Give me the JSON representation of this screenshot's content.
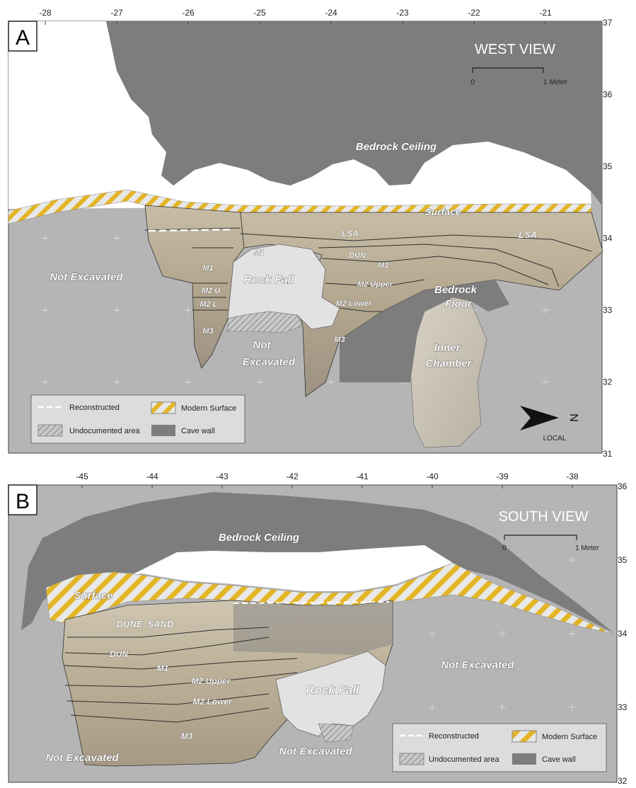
{
  "panel_a": {
    "letter": "A",
    "view_title": "WEST VIEW",
    "scale": {
      "start": "0",
      "end": "1 Meter"
    },
    "x_ticks": [
      "-28",
      "-27",
      "-26",
      "-25",
      "-24",
      "-23",
      "-22",
      "-21"
    ],
    "y_ticks": [
      "37",
      "36",
      "35",
      "34",
      "33",
      "32",
      "31"
    ],
    "labels": {
      "bedrock_ceiling": "Bedrock Ceiling",
      "surface": "Surface",
      "lsa_1": "LSA",
      "lsa_2": "LSA",
      "m1_a": "M1",
      "m1_b": "M1",
      "m1_c": "M1",
      "dun": "DUN",
      "m2_upper": "M2 Upper",
      "m2_lower": "M2 Lower",
      "m2_u": "M2 U",
      "m2_l": "M2 L",
      "m3_a": "M3",
      "m3_b": "M3",
      "rock_fall": "Rock Fall",
      "not_excavated_left": "Not Excavated",
      "not_excavated_mid_1": "Not",
      "not_excavated_mid_2": "Excavated",
      "bedrock_floor_1": "Bedrock",
      "bedrock_floor_2": "Floor",
      "inner_chamber_1": "Inner",
      "inner_chamber_2": "Chamber"
    },
    "legend": {
      "reconstructed": "Reconstructed",
      "modern_surface": "Modern Surface",
      "undocumented": "Undocumented area",
      "cave_wall": "Cave wall"
    },
    "north": {
      "letter": "N",
      "label": "LOCAL"
    }
  },
  "panel_b": {
    "letter": "B",
    "view_title": "SOUTH VIEW",
    "scale": {
      "start": "0",
      "end": "1 Meter"
    },
    "x_ticks": [
      "-45",
      "-44",
      "-43",
      "-42",
      "-41",
      "-40",
      "-39",
      "-38"
    ],
    "y_ticks": [
      "36",
      "35",
      "34",
      "33",
      "32"
    ],
    "labels": {
      "bedrock_ceiling": "Bedrock Ceiling",
      "surface": "Surface",
      "dune_sand": "DUNE  SAND",
      "dun": "DUN",
      "m1": "M1",
      "m2_upper": "M2 Upper",
      "m2_lower": "M2 Lower",
      "m3": "M3",
      "rock_fall": "Rock Fall",
      "not_excavated_right": "Not Excavated",
      "not_excavated_bottom_left": "Not Excavated",
      "not_excavated_bottom_mid": "Not Excavated"
    },
    "legend": {
      "reconstructed": "Reconstructed",
      "modern_surface": "Modern Surface",
      "undocumented": "Undocumented area",
      "cave_wall": "Cave wall"
    }
  },
  "colors": {
    "background": "#b5b5b5",
    "cave_wall": "#7d7d7d",
    "sediment": "#c8bda7",
    "rock_fall": "#e2e2e2",
    "surface_stripe": "#e3b527"
  }
}
